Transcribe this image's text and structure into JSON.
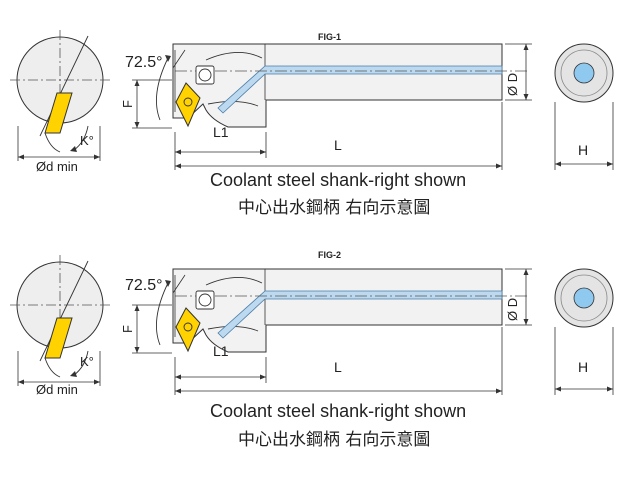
{
  "colors": {
    "line": "#333333",
    "body_fill": "#f2f2f2",
    "body_shade": "#e2e2e2",
    "insert": "#ffd200",
    "coolant": "#bcd9f0",
    "circle_fill": "#e4e4e4",
    "coolant_dot": "#8fc9ef"
  },
  "figures": [
    {
      "fig_label": "FIG-1",
      "angle": "72.5°",
      "f": "F",
      "l1": "L1",
      "l": "L",
      "d": "Ø D",
      "h": "H",
      "k": "K°",
      "dmin": "Ød min",
      "caption_en": "Coolant steel shank-right shown",
      "caption_zh": "中心出水鋼柄  右向示意圖"
    },
    {
      "fig_label": "FIG-2",
      "angle": "72.5°",
      "f": "F",
      "l1": "L1",
      "l": "L",
      "d": "Ø D",
      "h": "H",
      "k": "K°",
      "dmin": "Ød min",
      "caption_en": "Coolant steel shank-right shown",
      "caption_zh": "中心出水鋼柄  右向示意圖"
    }
  ]
}
